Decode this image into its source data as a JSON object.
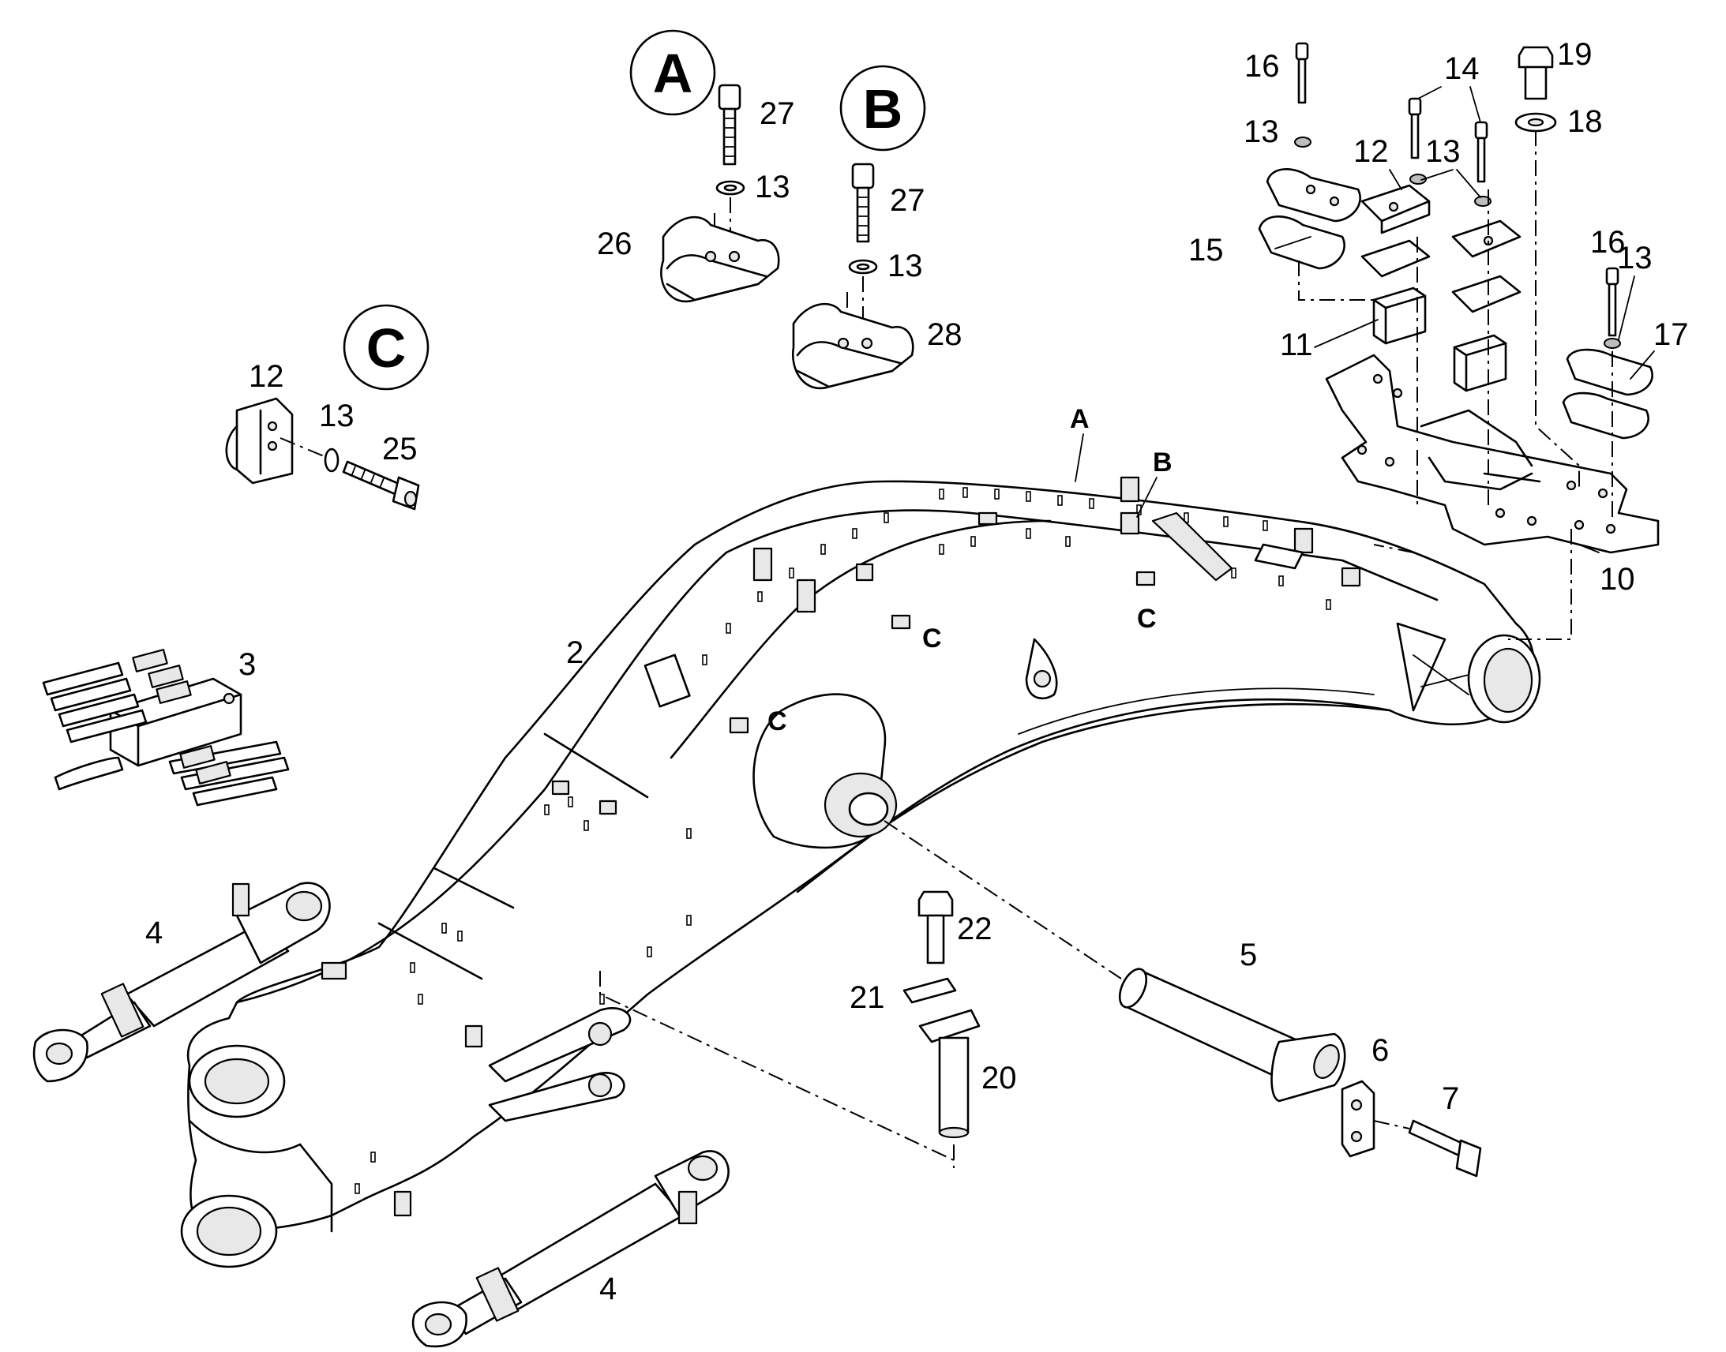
{
  "detail_views": [
    {
      "id": "A",
      "label": "A"
    },
    {
      "id": "B",
      "label": "B"
    },
    {
      "id": "C",
      "label": "C"
    }
  ],
  "boom_markers": [
    "A",
    "B",
    "C",
    "C",
    "C"
  ],
  "part_numbers": {
    "p2": "2",
    "p3": "3",
    "p4a": "4",
    "p4b": "4",
    "p5": "5",
    "p6": "6",
    "p7": "7",
    "p10": "10",
    "p11": "11",
    "p12_c": "12",
    "p12_r": "12",
    "p13_a": "13",
    "p13_b": "13",
    "p13_c": "13",
    "p13_r1": "13",
    "p13_r2": "13",
    "p13_r3": "13",
    "p14": "14",
    "p15": "15",
    "p16_a": "16",
    "p16_b": "16",
    "p17": "17",
    "p18": "18",
    "p19": "19",
    "p20": "20",
    "p21": "21",
    "p22": "22",
    "p25": "25",
    "p26": "26",
    "p27_a": "27",
    "p27_b": "27",
    "p28": "28"
  },
  "colors": {
    "line": "#000000",
    "background": "#ffffff",
    "shade": "#e8e8e8"
  }
}
